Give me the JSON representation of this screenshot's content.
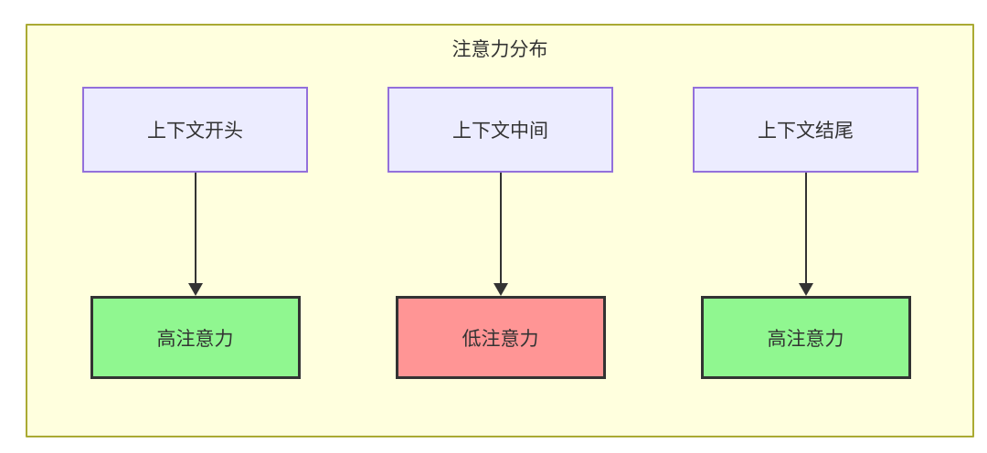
{
  "diagram": {
    "title": "注意力分布",
    "columns": [
      {
        "source": "上下文开头",
        "target": "高注意力",
        "target_type": "high"
      },
      {
        "source": "上下文中间",
        "target": "低注意力",
        "target_type": "low"
      },
      {
        "source": "上下文结尾",
        "target": "高注意力",
        "target_type": "high"
      }
    ],
    "colors": {
      "container_fill": "#ffffde",
      "container_border": "#aaaa33",
      "source_node_fill": "#ececff",
      "source_node_border": "#9370db",
      "high_attention_fill": "#90f790",
      "low_attention_fill": "#ff9595",
      "target_node_border": "#333333",
      "arrow": "#333333",
      "text": "#333333"
    }
  }
}
